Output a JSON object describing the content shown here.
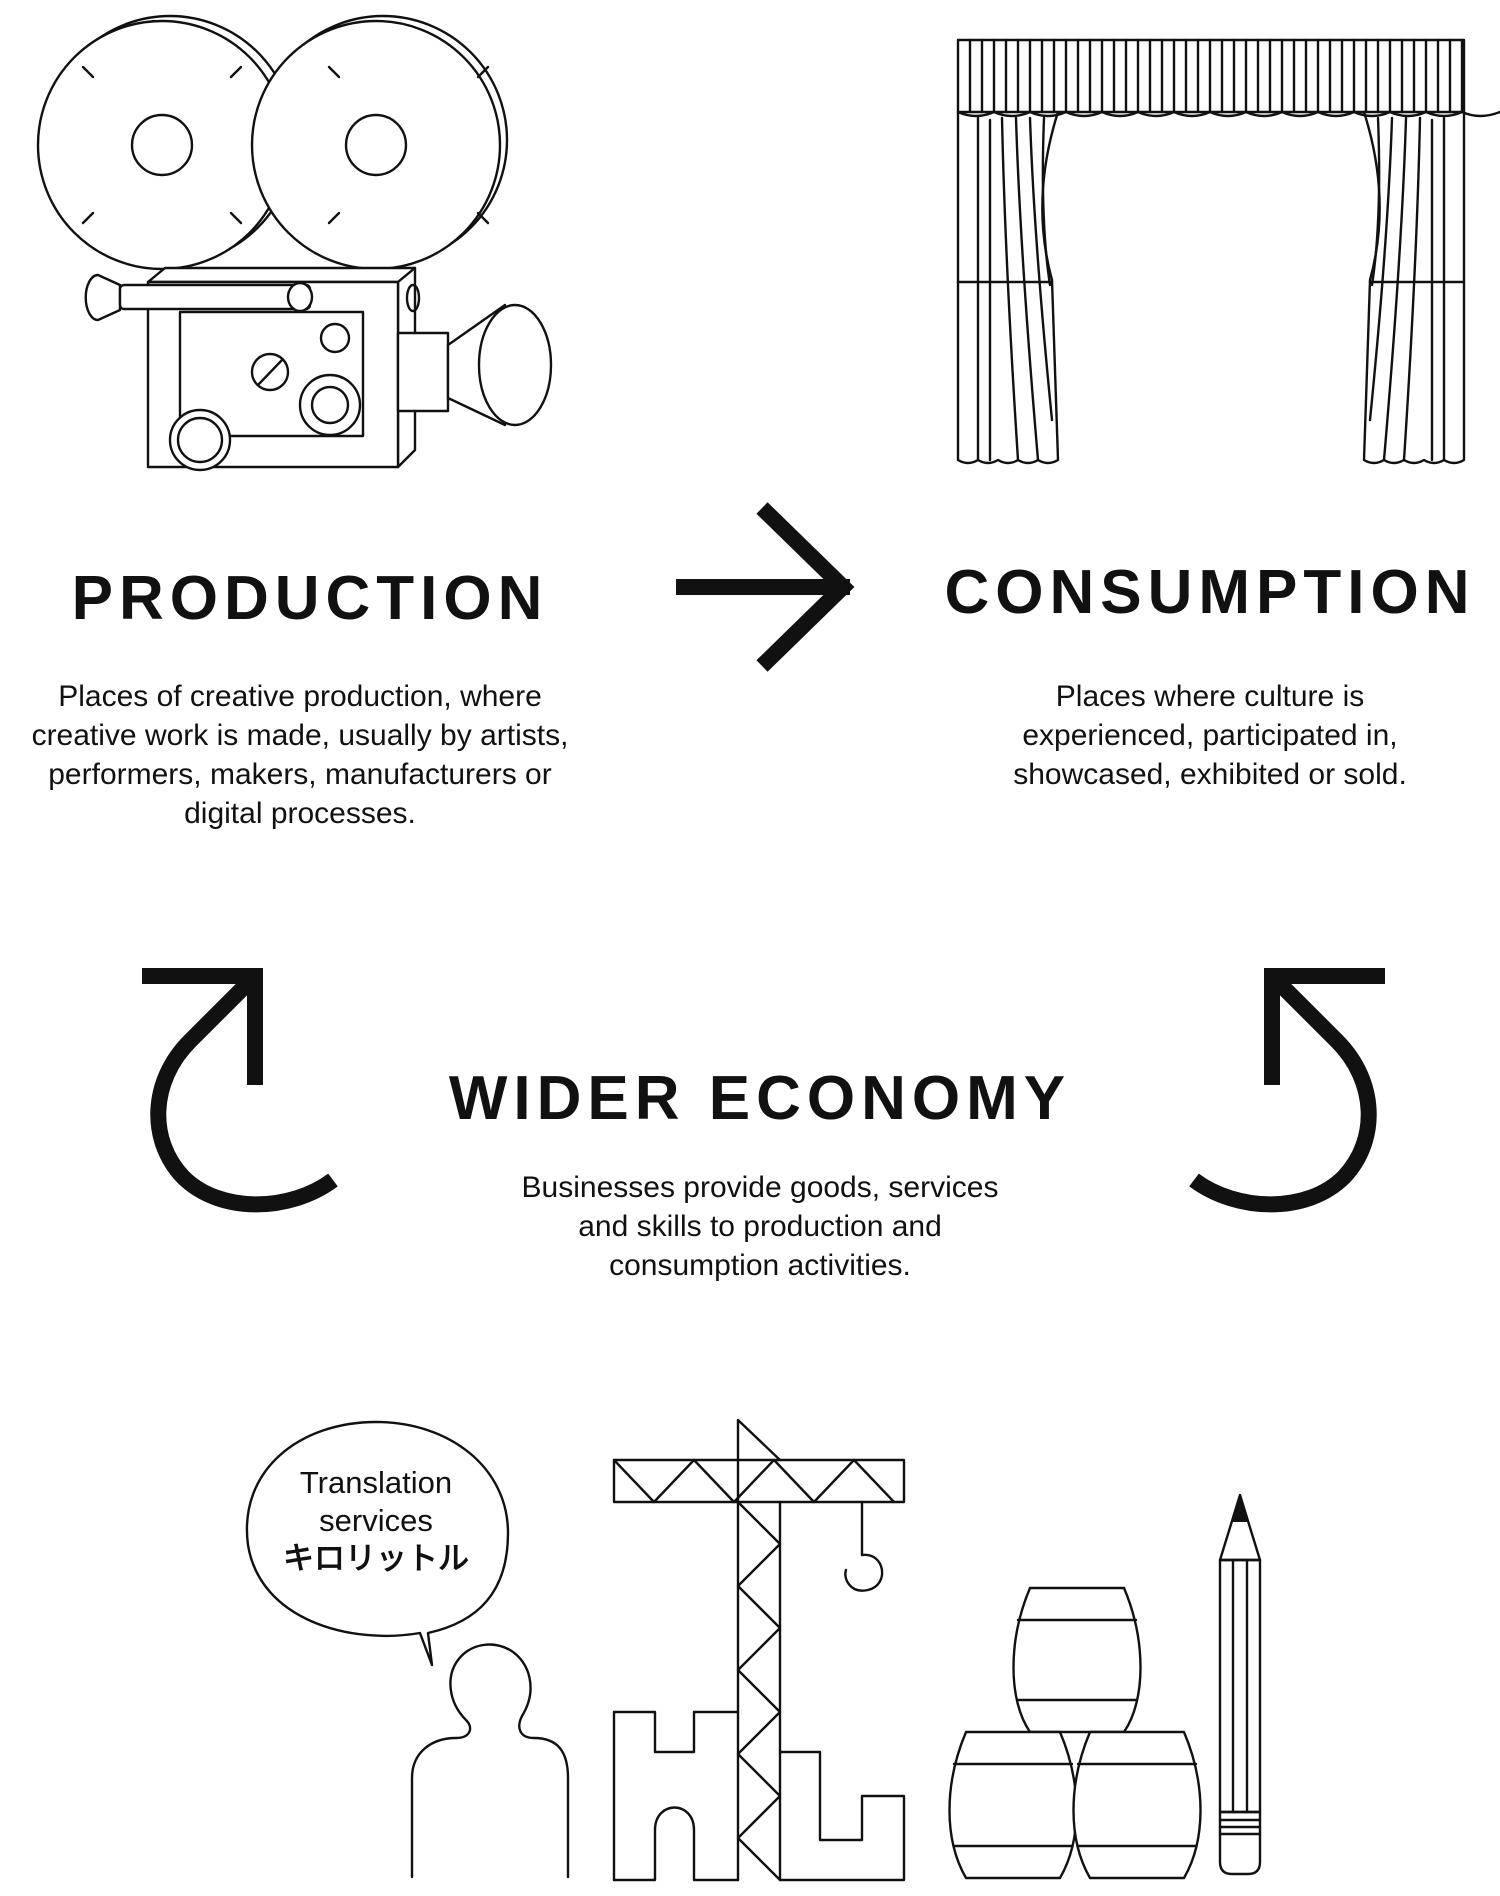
{
  "production": {
    "title": "PRODUCTION",
    "description": "Places of creative production, where creative work is made, usually by artists, performers, makers, manufacturers or digital processes."
  },
  "consumption": {
    "title": "CONSUMPTION",
    "description": "Places where culture is experienced, participated in, showcased, exhibited or sold."
  },
  "wider_economy": {
    "title": "WIDER ECONOMY",
    "description": "Businesses provide goods, services and skills to production and consumption activities."
  },
  "speech_bubble": {
    "line1": "Translation",
    "line2": "services",
    "line3": "キロリットル"
  },
  "icons": [
    "film-camera-icon",
    "stage-curtain-icon",
    "arrow-right-icon",
    "curved-arrow-left-icon",
    "curved-arrow-right-icon",
    "person-icon",
    "speech-bubble-icon",
    "crane-icon",
    "building-icon",
    "barrels-icon",
    "pencil-icon"
  ],
  "colors": {
    "ink": "#111111",
    "background": "#ffffff"
  }
}
